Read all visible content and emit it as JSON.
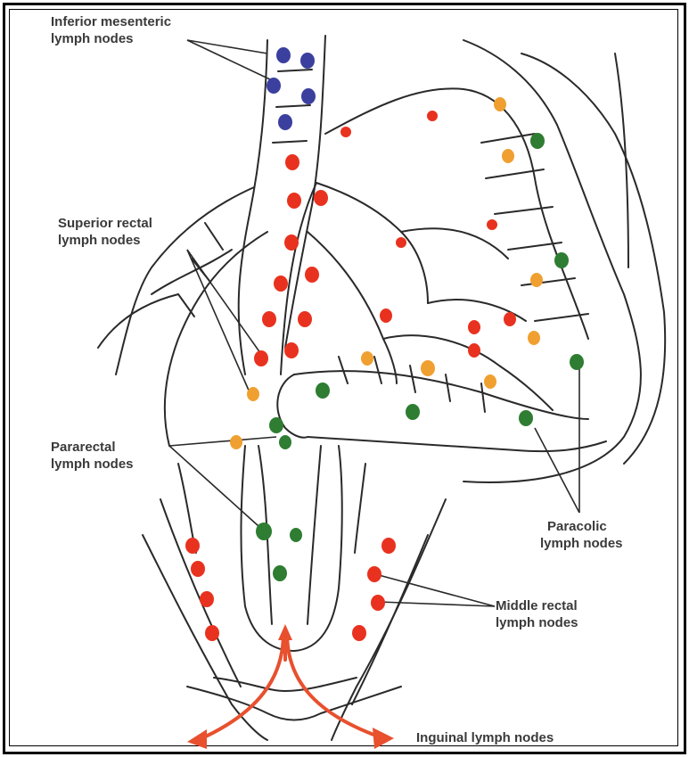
{
  "labels": {
    "inferior_mesenteric": [
      "Inferior mesenteric",
      "lymph nodes"
    ],
    "superior_rectal": [
      "Superior rectal",
      "lymph nodes"
    ],
    "pararectal": [
      "Pararectal",
      "lymph nodes"
    ],
    "paracolic": [
      "Paracolic",
      "lymph nodes"
    ],
    "middle_rectal": [
      "Middle rectal",
      "lymph nodes"
    ],
    "inguinal": [
      "Inguinal lymph nodes"
    ]
  },
  "colors": {
    "inferior_mesenteric_nodes": "#3b3f9e",
    "superior_rectal_nodes": "#e8321f",
    "intermediate_nodes": "#f0a030",
    "paracolic_nodes": "#2e7d32",
    "drainage_arrows": "#e8502e",
    "line_art": "#2a2a2a"
  }
}
